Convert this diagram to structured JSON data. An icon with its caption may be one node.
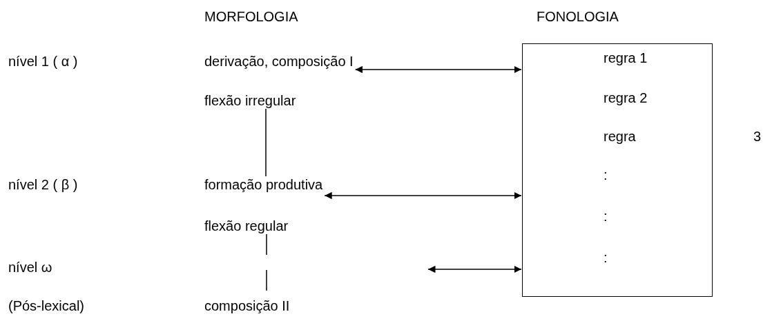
{
  "diagram": {
    "nodes": [
      {
        "text": [
          "derivação, composição I"
        ]
      },
      {
        "text": [
          "flexão irregular"
        ]
      },
      {
        "text": [
          "formação produtiva"
        ]
      },
      {
        "text": [
          "flexão regular"
        ]
      },
      {
        "text": [
          "composição II"
        ]
      },
      {
        "text": [
          "FONOLOGIA",
          "regra 1",
          "regra 2",
          "regra",
          ":",
          ":",
          ":"
        ],
        "beside": [
          "3"
        ]
      }
    ],
    "edges": [
      {
        "from": 0,
        "to": 5,
        "arrow": "both"
      },
      {
        "from": 1,
        "to": 2,
        "arrow": "none"
      },
      {
        "from": 2,
        "to": 5,
        "arrow": "both"
      },
      {
        "from": 3,
        "to": 4,
        "arrow": "none",
        "style": "dashed"
      },
      {
        "from": null,
        "to": 5,
        "arrow": "both"
      }
    ],
    "labels": [
      "MORFOLOGIA",
      "nível 1 ( α )",
      "nível 2 ( β )",
      "nível ω",
      "(Pós-lexical)"
    ]
  }
}
